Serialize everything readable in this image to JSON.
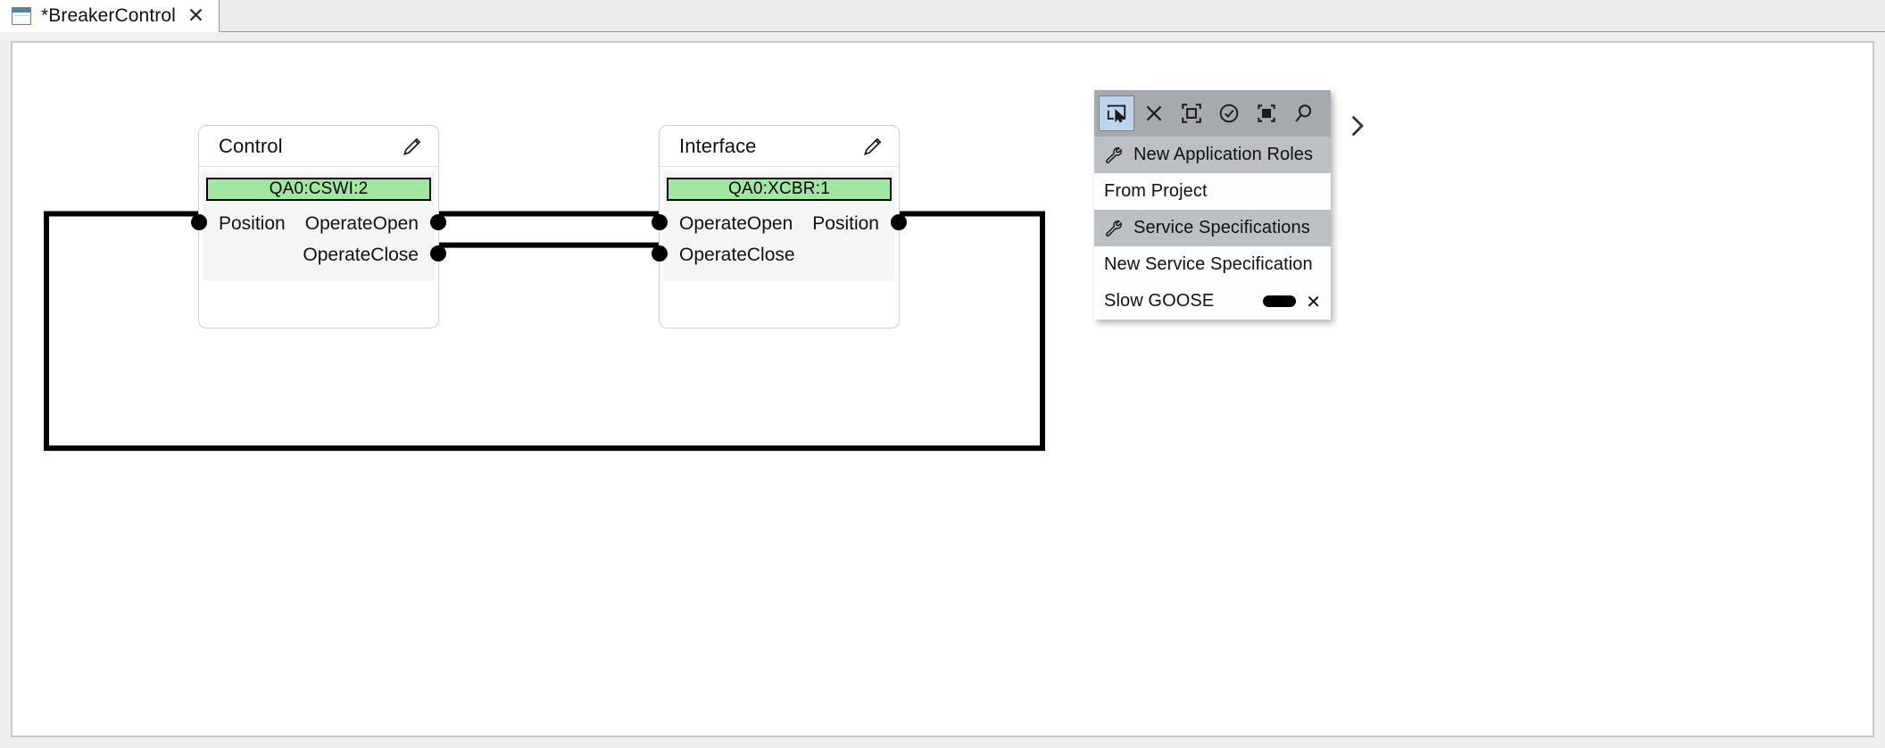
{
  "window": {
    "tab": {
      "icon": "window-document-icon",
      "title": "*BreakerControl",
      "close_label": "✕"
    }
  },
  "canvas": {
    "nodes": [
      {
        "id": "control",
        "title": "Control",
        "edit_icon": "pencil-icon",
        "badge": "QA0:CSWI:2",
        "inputs": [
          "Position"
        ],
        "outputs": [
          "OperateOpen",
          "OperateClose"
        ]
      },
      {
        "id": "interface",
        "title": "Interface",
        "edit_icon": "pencil-icon",
        "badge": "QA0:XCBR:1",
        "inputs": [
          "OperateOpen",
          "OperateClose"
        ],
        "outputs": [
          "Position"
        ]
      }
    ],
    "connections": [
      {
        "from": "control.OperateOpen",
        "to": "interface.OperateOpen"
      },
      {
        "from": "control.OperateClose",
        "to": "interface.OperateClose"
      },
      {
        "from": "interface.Position",
        "to": "control.Position"
      }
    ]
  },
  "palette": {
    "toolbar": [
      {
        "name": "select-tool",
        "icon": "cursor-select-icon",
        "active": true
      },
      {
        "name": "delete-tool",
        "icon": "close-x-icon",
        "active": false
      },
      {
        "name": "fit-frame-tool",
        "icon": "fit-frame-icon",
        "active": false
      },
      {
        "name": "validate-tool",
        "icon": "check-circle-icon",
        "active": false
      },
      {
        "name": "zoom-selection-tool",
        "icon": "zoom-selection-icon",
        "active": false
      },
      {
        "name": "search-tool",
        "icon": "search-icon",
        "active": false
      }
    ],
    "rows": [
      {
        "type": "group",
        "icon": "wrench-icon",
        "label": "New Application Roles"
      },
      {
        "type": "item",
        "icon": null,
        "label": "From Project"
      },
      {
        "type": "group",
        "icon": "wrench-icon",
        "label": "Service Specifications"
      },
      {
        "type": "item",
        "icon": null,
        "label": "New Service Specification"
      },
      {
        "type": "item",
        "icon": null,
        "label": "Slow GOOSE",
        "swatch": "#000000",
        "removable": true,
        "remove_label": "✕"
      }
    ],
    "expand_icon": "chevron-right-icon"
  },
  "colors": {
    "badge_green": "#a0e8a0",
    "toolbar_gray": "#a6a9ad",
    "group_row_gray": "#bcc0c4",
    "active_tool_blue": "#bcd5ea",
    "wire_black": "#000000"
  }
}
